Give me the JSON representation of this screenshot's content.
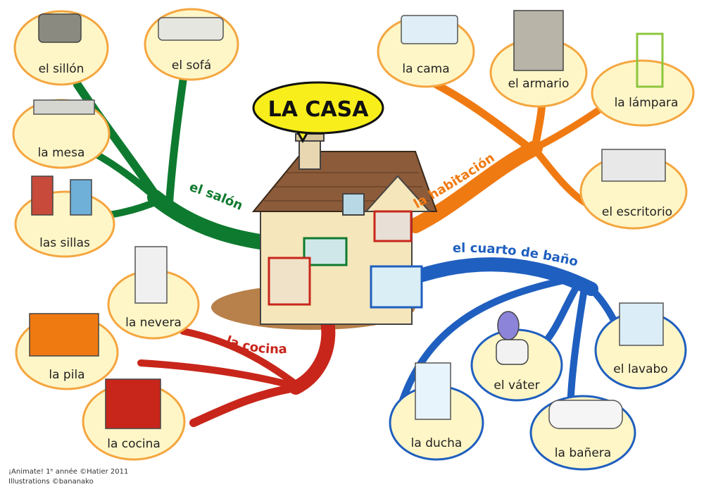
{
  "title": "LA CASA",
  "colors": {
    "salon": "#0e7a2f",
    "habitacion": "#f07a12",
    "bano": "#1f5fbf",
    "cocina": "#c8261b",
    "bubble_fill": "#fff6c7",
    "bubble_border": "#f4a640",
    "title_fill": "#f7ee1b"
  },
  "branches": {
    "salon": {
      "label": "el salón",
      "items": [
        "el sillón",
        "el sofá",
        "la mesa",
        "las sillas"
      ]
    },
    "habitacion": {
      "label": "la habitación",
      "items": [
        "la cama",
        "el armario",
        "la lámpara",
        "el escritorio"
      ]
    },
    "bano": {
      "label": "el cuarto de baño",
      "items": [
        "el lavabo",
        "el váter",
        "la ducha",
        "la bañera"
      ]
    },
    "cocina": {
      "label": "la cocina",
      "items": [
        "la nevera",
        "la pila",
        "la cocina"
      ]
    }
  },
  "credits": {
    "line1": "¡Animate! 1ᵉ année ©Hatier 2011",
    "line2": "Illustrations ©bananako"
  }
}
